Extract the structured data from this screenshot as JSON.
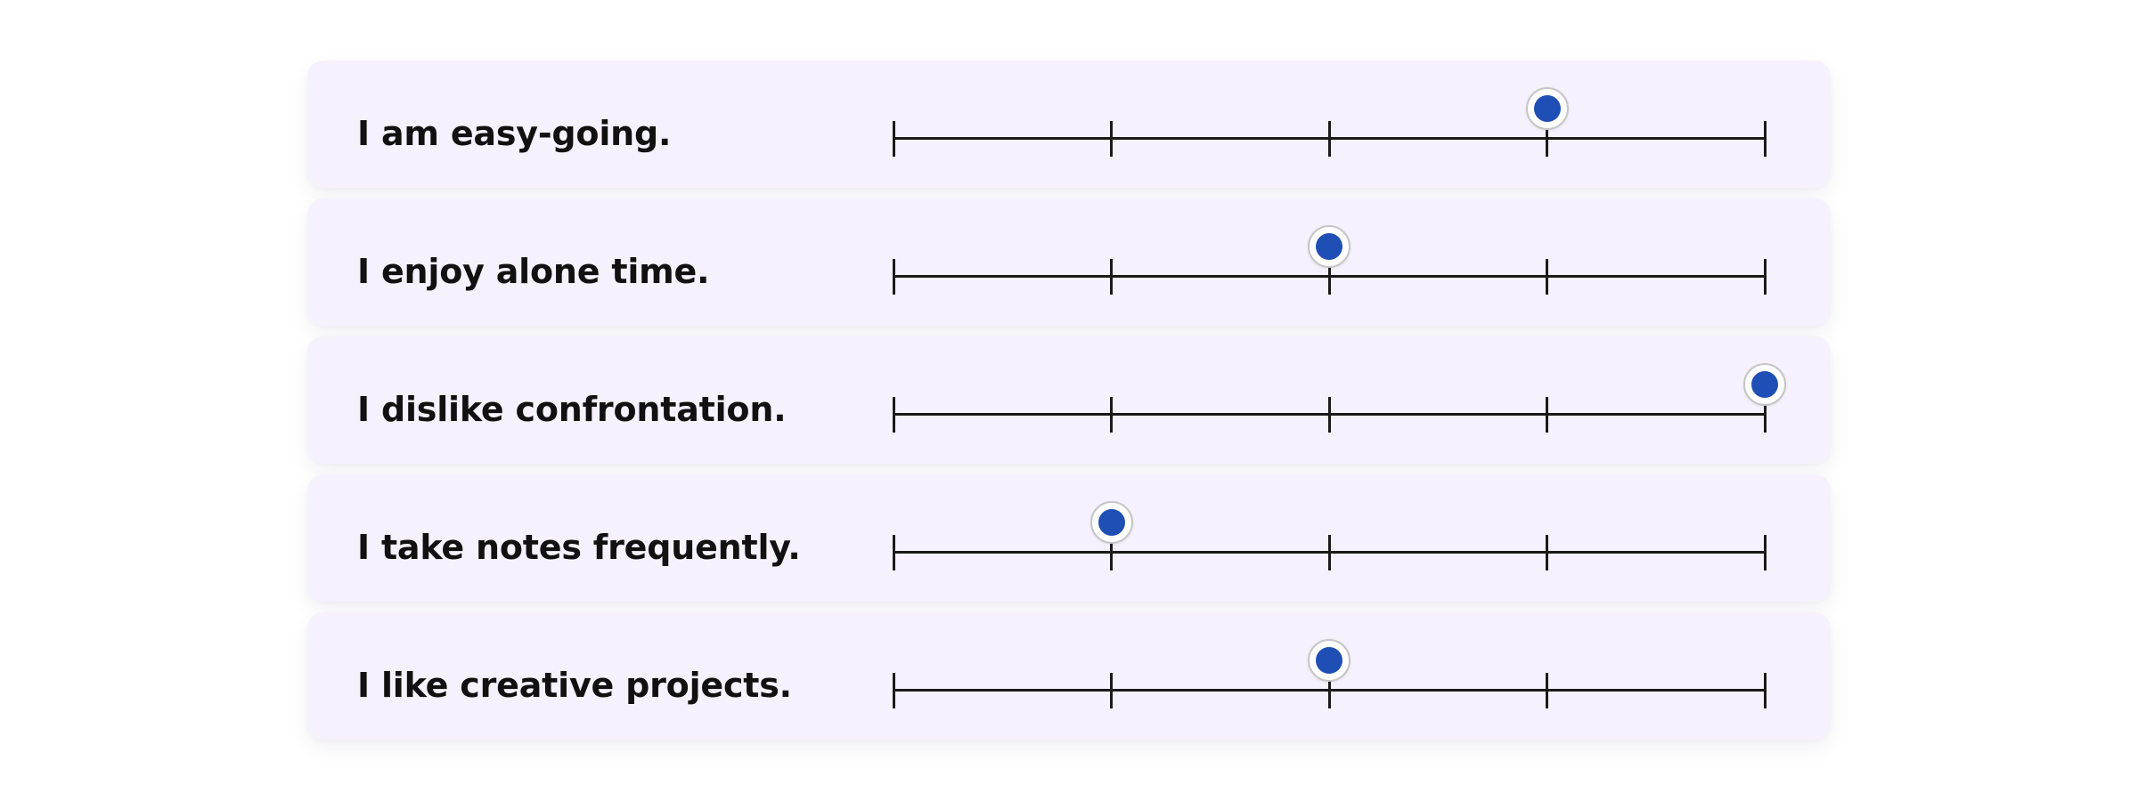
{
  "survey": {
    "scale_points": 5,
    "accent_color": "#1f4fb4",
    "items": [
      {
        "label": "I am easy-going.",
        "value": 4
      },
      {
        "label": "I enjoy alone time.",
        "value": 3
      },
      {
        "label": "I dislike confrontation.",
        "value": 5
      },
      {
        "label": "I take notes frequently.",
        "value": 2
      },
      {
        "label": "I like creative projects.",
        "value": 3
      }
    ]
  }
}
